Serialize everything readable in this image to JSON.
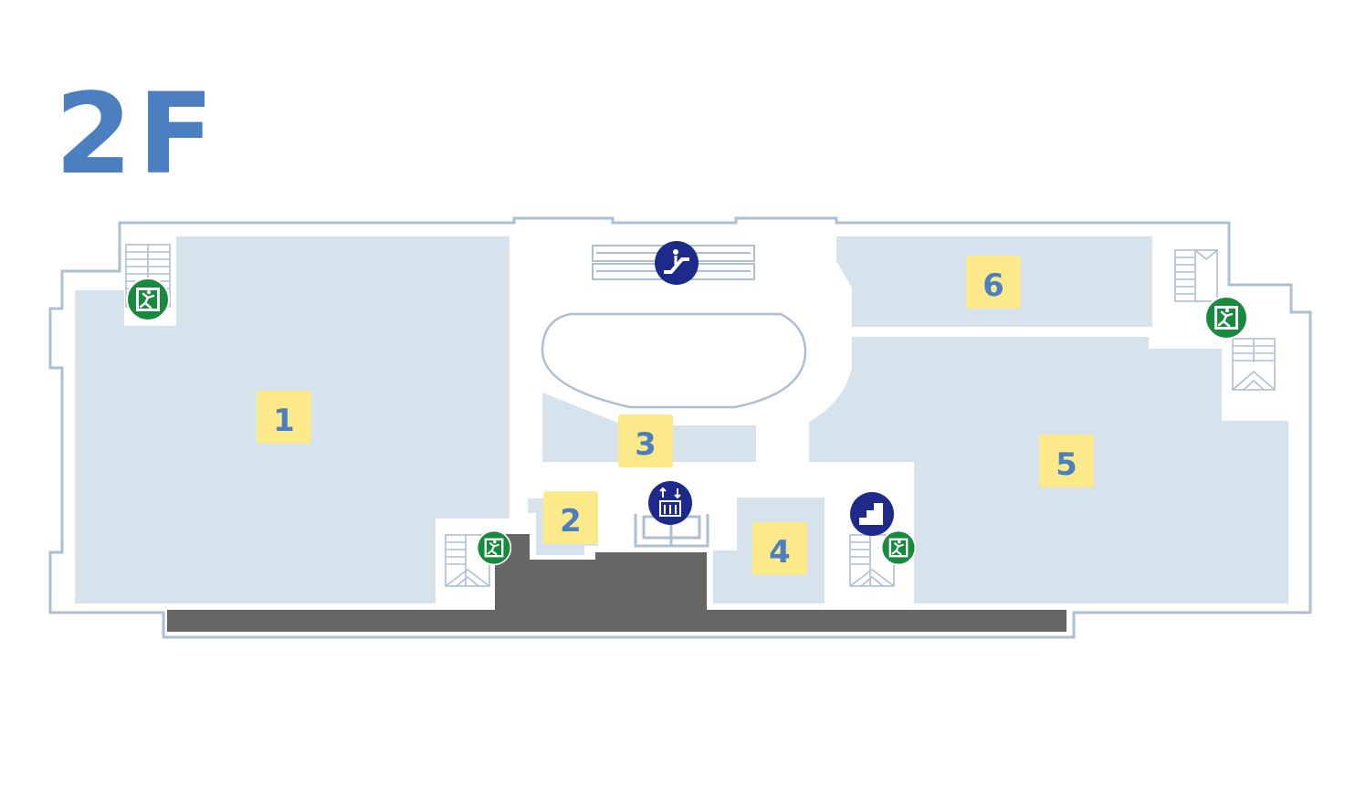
{
  "floor": {
    "label": "2F"
  },
  "colors": {
    "floor_label": "#4b7fc0",
    "tenant_area": "#d6e2ec",
    "outline": "#aebfd0",
    "corridor": "#ffffff",
    "terrace": "#666666",
    "unit_badge": "#fbe98a",
    "unit_number": "#4b7fc0",
    "emergency_exit": "#178a3e",
    "facility_icon": "#1e2a8a"
  },
  "units": [
    {
      "number": "1"
    },
    {
      "number": "2"
    },
    {
      "number": "3"
    },
    {
      "number": "4"
    },
    {
      "number": "5"
    },
    {
      "number": "6"
    }
  ],
  "facilities": [
    {
      "icon": "escalator-icon"
    },
    {
      "icon": "elevator-icon"
    },
    {
      "icon": "stairs-icon"
    }
  ],
  "exits": [
    {
      "icon": "emergency-exit-icon"
    },
    {
      "icon": "emergency-exit-icon"
    },
    {
      "icon": "emergency-exit-icon"
    },
    {
      "icon": "emergency-exit-icon"
    }
  ]
}
